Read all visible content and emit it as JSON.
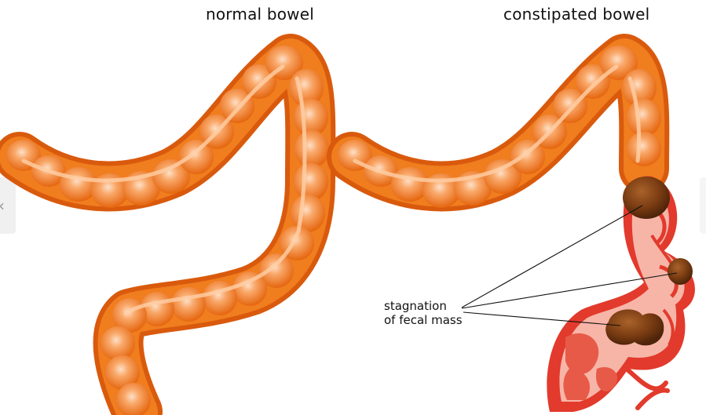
{
  "labels": {
    "normal": "normal bowel",
    "constipated": "constipated bowel",
    "annotation_line1": "stagnation",
    "annotation_line2": "of fecal mass"
  },
  "colors": {
    "bowel_dark": "#d95a0d",
    "bowel_mid": "#f07d1e",
    "bowel_light": "#f9a86a",
    "bowel_highlight": "#fde0c8",
    "wall_red": "#e23a2c",
    "wall_pink": "#f7b5a8",
    "fecal_dark": "#6b3410",
    "fecal_mid": "#8f4e1c"
  }
}
